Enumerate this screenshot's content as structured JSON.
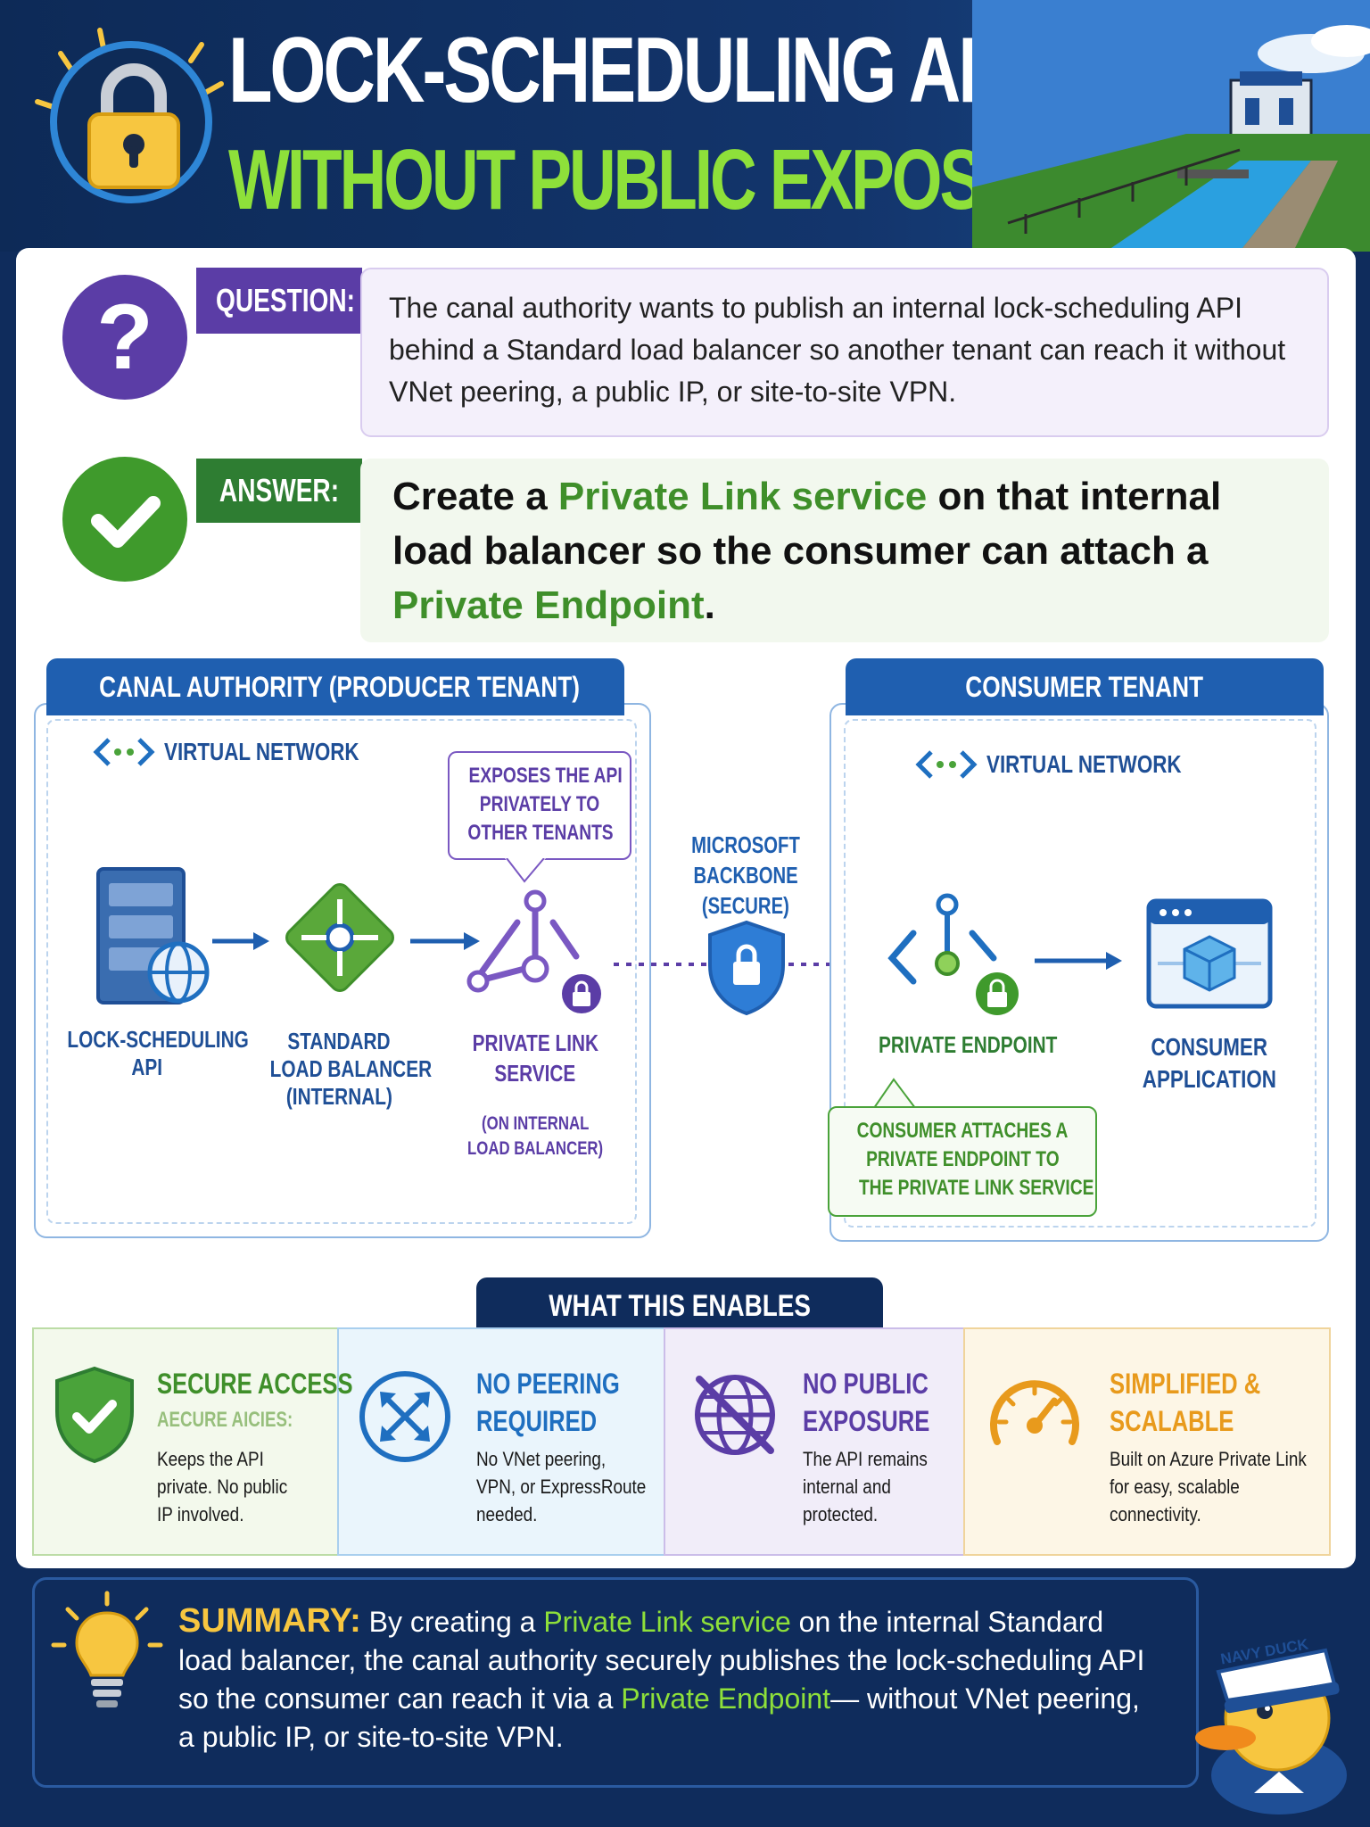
{
  "header": {
    "title_line1": "LOCK-SCHEDULING API ACCESS",
    "title_line2": "WITHOUT PUBLIC EXPOSURE"
  },
  "question": {
    "label": "QUESTION:",
    "text": "The canal authority wants to publish an internal lock-scheduling API behind a Standard load balancer so another tenant can reach it without VNet peering, a public IP, or site-to-site VPN."
  },
  "answer": {
    "label": "ANSWER:",
    "part1": "Create a ",
    "highlight1": "Private Link service",
    "part2": " on that internal load balancer so the consumer can attach a ",
    "highlight2": "Private Endpoint",
    "part3": "."
  },
  "producer": {
    "tab": "CANAL AUTHORITY (PRODUCER TENANT)",
    "vnet": "VIRTUAL NETWORK",
    "callout": [
      "EXPOSES THE API",
      "PRIVATELY TO",
      "OTHER TENANTS"
    ],
    "api_label": [
      "LOCK-SCHEDULING",
      "API"
    ],
    "lb_label": [
      "STANDARD",
      "LOAD BALANCER",
      "(INTERNAL)"
    ],
    "pls_label": [
      "PRIVATE LINK",
      "SERVICE"
    ],
    "pls_sub": [
      "(ON INTERNAL",
      "LOAD BALANCER)"
    ]
  },
  "backbone": [
    "MICROSOFT",
    "BACKBONE",
    "(SECURE)"
  ],
  "consumer": {
    "tab": "CONSUMER TENANT",
    "vnet": "VIRTUAL NETWORK",
    "pe_label": "PRIVATE ENDPOINT",
    "app_label": [
      "CONSUMER",
      "APPLICATION"
    ],
    "callout": [
      "CONSUMER ATTACHES A",
      "PRIVATE ENDPOINT TO",
      "THE PRIVATE LINK SERVICE"
    ]
  },
  "enables": {
    "tab": "WHAT THIS ENABLES",
    "items": [
      {
        "title": [
          "SECURE ACCESS"
        ],
        "ghost": "AECURE AICIES:",
        "desc": [
          "Keeps the API",
          "private. No public",
          "IP involved."
        ],
        "icon": "shield-check-icon",
        "color": "#3f8f2a"
      },
      {
        "title": [
          "NO PEERING",
          "REQUIRED"
        ],
        "desc": [
          "No VNet peering,",
          "VPN, or ExpressRoute",
          "needed."
        ],
        "icon": "crossed-arrows-icon",
        "color": "#1f6fc0"
      },
      {
        "title": [
          "NO PUBLIC",
          "EXPOSURE"
        ],
        "desc": [
          "The API remains",
          "internal and",
          "protected."
        ],
        "icon": "no-globe-icon",
        "color": "#5b3da6"
      },
      {
        "title": [
          "SIMPLIFIED &",
          "SCALABLE"
        ],
        "desc": [
          "Built on Azure Private Link",
          "for easy, scalable",
          "connectivity."
        ],
        "icon": "gauge-icon",
        "color": "#e89a1c"
      }
    ]
  },
  "summary": {
    "label": "SUMMARY:",
    "t1": " By creating a ",
    "h1": "Private Link service",
    "t2": " on the internal Standard load balancer, the canal authority securely publishes the lock-scheduling API so the consumer can reach it via a ",
    "h2": "Private Endpoint",
    "t3": "— without VNet peering, a public IP, or site-to-site VPN."
  },
  "mascot": {
    "hat_text": "NAVY DUCK"
  },
  "colors": {
    "navy": "#0f2c5c",
    "purple": "#5b3da6",
    "green": "#3f8f2a",
    "blue": "#1f5fb0",
    "lime": "#8ee03a",
    "gold": "#f7c640"
  }
}
